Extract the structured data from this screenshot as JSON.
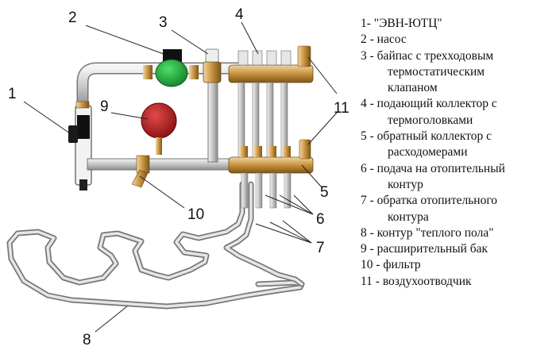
{
  "callouts": [
    "1",
    "2",
    "3",
    "4",
    "5",
    "6",
    "7",
    "8",
    "9",
    "10",
    "11"
  ],
  "legend": [
    {
      "num": "1-",
      "text": "\"ЭВН-ЮТЦ\"",
      "cont": ""
    },
    {
      "num": "2 -",
      "text": "насос",
      "cont": ""
    },
    {
      "num": "3 -",
      "text": "байпас с трехходовым",
      "cont": "термостатическим|клапаном"
    },
    {
      "num": "4 -",
      "text": "подающий коллектор с",
      "cont": "термоголовками"
    },
    {
      "num": "5 -",
      "text": "обратный коллектор с",
      "cont": "расходомерами"
    },
    {
      "num": "6 -",
      "text": "подача на отопительный",
      "cont": "контур"
    },
    {
      "num": "7 -",
      "text": "обратка отопительного",
      "cont": "контура"
    },
    {
      "num": "8 -",
      "text": "контур \"теплого пола\"",
      "cont": ""
    },
    {
      "num": "9 -",
      "text": "расширительный бак",
      "cont": ""
    },
    {
      "num": "10 -",
      "text": "фильтр",
      "cont": ""
    },
    {
      "num": "11 -",
      "text": "воздухоотводчик",
      "cont": ""
    }
  ]
}
